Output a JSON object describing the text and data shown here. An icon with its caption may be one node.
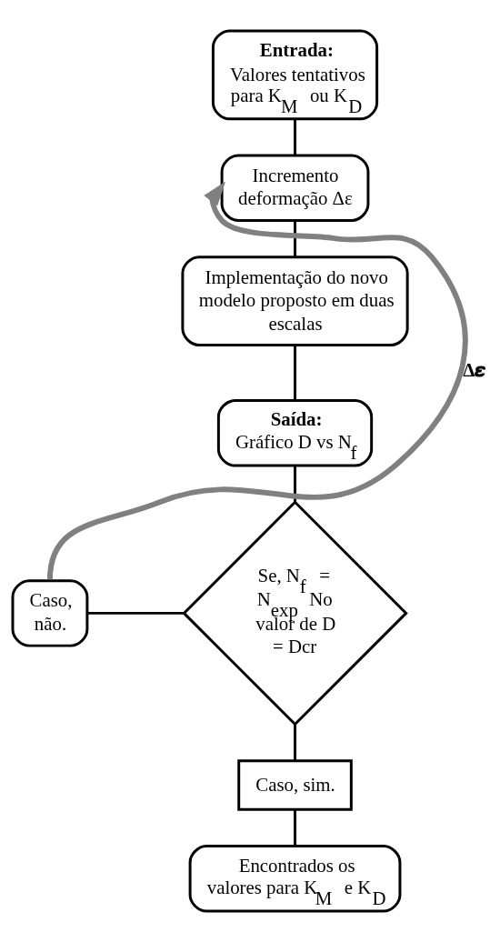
{
  "diagram": {
    "nodes": [
      {
        "text": [
          "Entrada:",
          "Valores tentativos para K$_{M}$ ou K$_{D}$"
        ]
      },
      {
        "text": [
          "Incremento deformação Δε"
        ]
      },
      {
        "text": [
          "Implementação do novo modelo proposto em duas escalas"
        ]
      },
      {
        "text": [
          "Saída:",
          "Gráfico D vs N$_{f}$"
        ]
      },
      {
        "text": [
          "Se, N$_{f}$ = N$_{exp}$ No valor de D = Dcr"
        ]
      },
      {
        "text": [
          "Caso, não."
        ]
      },
      {
        "text": [
          "Caso, sim."
        ]
      },
      {
        "text": [
          "Encontrados os valores para K$_{M}$ e K$_{D}$"
        ]
      }
    ],
    "edges": [
      {
        "from": 0,
        "to": 1,
        "arrow": "none"
      },
      {
        "from": 1,
        "to": 2,
        "arrow": "none"
      },
      {
        "from": 2,
        "to": 3,
        "arrow": "none"
      },
      {
        "from": 3,
        "to": 4,
        "arrow": "none"
      },
      {
        "from": 4,
        "to": 5,
        "arrow": "none"
      },
      {
        "from": 5,
        "to": 1,
        "arrow": "to",
        "label": "Δ𝜺",
        "style": "thick",
        "color": "#808080"
      },
      {
        "from": 4,
        "to": 6,
        "arrow": "none"
      },
      {
        "from": 6,
        "to": 7,
        "arrow": "none"
      }
    ]
  }
}
